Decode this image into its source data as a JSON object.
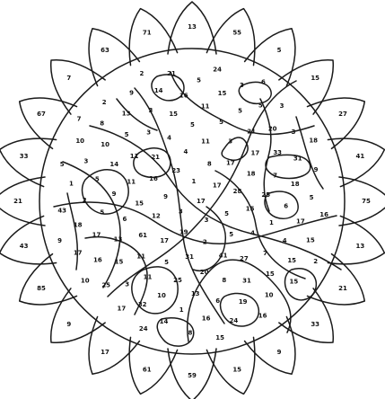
{
  "colors": {
    "ink": "#1a1a1a",
    "paper": "#ffffff"
  },
  "petals": [
    {
      "label": "13"
    },
    {
      "label": "55"
    },
    {
      "label": "5"
    },
    {
      "label": "15"
    },
    {
      "label": "27"
    },
    {
      "label": "41"
    },
    {
      "label": "75"
    },
    {
      "label": "13"
    },
    {
      "label": "21"
    },
    {
      "label": "33"
    },
    {
      "label": "9"
    },
    {
      "label": "15"
    },
    {
      "label": "59"
    },
    {
      "label": "61"
    },
    {
      "label": "17"
    },
    {
      "label": "9"
    },
    {
      "label": "85"
    },
    {
      "label": "43"
    },
    {
      "label": "21"
    },
    {
      "label": "33"
    },
    {
      "label": "67"
    },
    {
      "label": "7"
    },
    {
      "label": "63"
    },
    {
      "label": "71"
    }
  ],
  "regions": [
    "17",
    "3",
    "1",
    "3",
    "9",
    "17",
    "19",
    "23",
    "5",
    "12",
    "8",
    "2",
    "16",
    "28",
    "17",
    "4",
    "5",
    "15",
    "17",
    "31",
    "21",
    "15",
    "61",
    "11",
    "41",
    "11",
    "18",
    "5",
    "4",
    "4",
    "6",
    "3",
    "20",
    "11",
    "25",
    "11",
    "5",
    "27",
    "9",
    "17",
    "25",
    "3",
    "1",
    "13",
    "5",
    "8",
    "14",
    "7",
    "11",
    "15",
    "7",
    "5",
    "21",
    "13",
    "5",
    "6",
    "15",
    "11",
    "31",
    "5",
    "33",
    "10",
    "3",
    "4",
    "17",
    "5",
    "6",
    "10",
    "18",
    "3",
    "16",
    "15",
    "2",
    "20",
    "1",
    "13",
    "17",
    "16",
    "15",
    "19",
    "3",
    "31",
    "32",
    "14",
    "15",
    "18",
    "5",
    "16",
    "8",
    "5",
    "25",
    "5",
    "10",
    "1",
    "3",
    "14",
    "9",
    "15",
    "17",
    "3",
    "24",
    "10",
    "9",
    "17",
    "21",
    "15",
    "43",
    "3",
    "8",
    "2",
    "16",
    "10",
    "24",
    "16",
    "5",
    "18",
    "24",
    "2",
    "2",
    "9",
    "6",
    "15",
    "7"
  ]
}
